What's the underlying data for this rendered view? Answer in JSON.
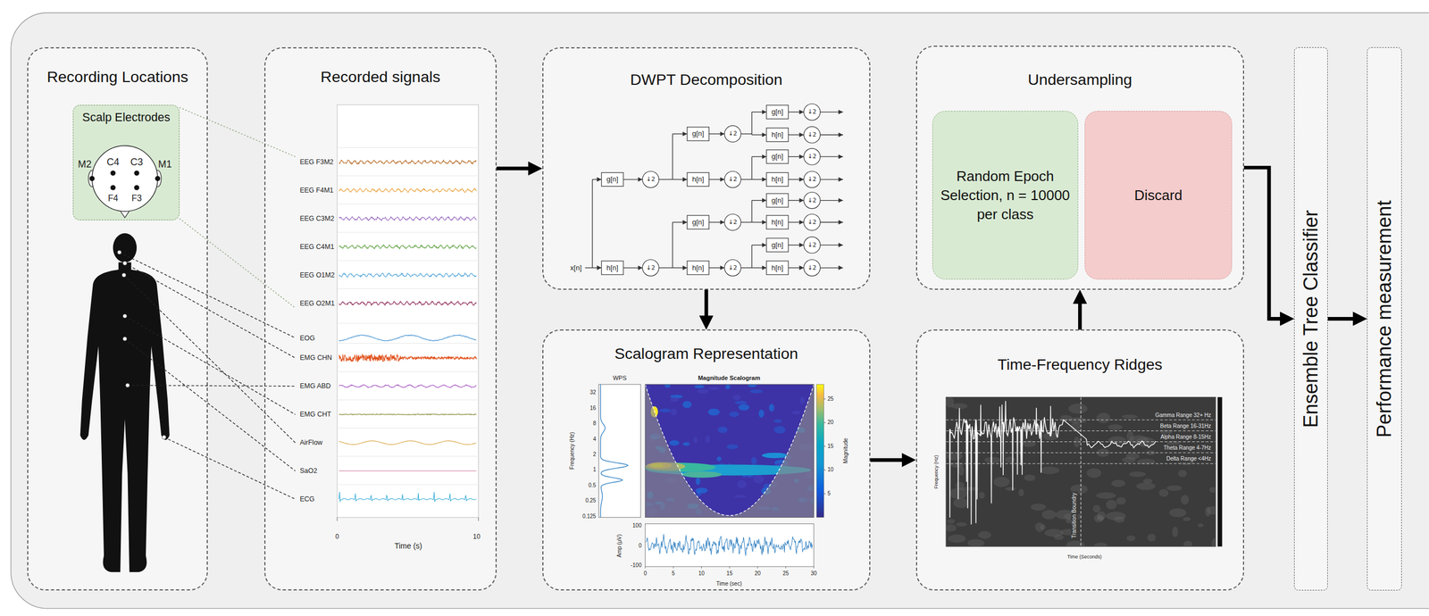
{
  "diagram": {
    "nodes": [
      {
        "text": [
          "Recording Locations"
        ]
      },
      {
        "text": [
          "Scalp Electrodes"
        ],
        "in": 0
      },
      {
        "text": [
          "Recorded signals"
        ]
      },
      {
        "text": [
          "DWPT Decomposition"
        ]
      },
      {
        "text": [
          "Scalogram Representation"
        ]
      },
      {
        "text": [
          "Undersampling"
        ]
      },
      {
        "text": [
          "Random Epoch Selection, n = 10000 per class"
        ],
        "in": 5
      },
      {
        "text": [
          "Discard"
        ],
        "in": 5
      },
      {
        "text": [
          "Time-Frequency Ridges"
        ]
      },
      {
        "text": [
          "Ensemble Tree Classifier"
        ]
      },
      {
        "text": [
          "Performance measurement"
        ]
      }
    ],
    "edges": [
      {
        "from": 2,
        "to": 3,
        "arrow": "to"
      },
      {
        "from": 3,
        "to": 4,
        "arrow": "to"
      },
      {
        "from": 4,
        "to": 8,
        "arrow": "to"
      },
      {
        "from": 8,
        "to": 5,
        "arrow": "to"
      },
      {
        "from": 5,
        "to": 9,
        "arrow": "to"
      },
      {
        "from": 9,
        "to": 10,
        "arrow": "to"
      }
    ],
    "labels": [
      "C4",
      "C3",
      "M2",
      "M1",
      "F4",
      "F3",
      "EEG F3M2",
      "EEG F4M1",
      "EEG C3M2",
      "EEG C4M1",
      "EEG O1M2",
      "EEG O2M1",
      "EOG",
      "EMG CHN",
      "EMG ABD",
      "EMG CHT",
      "AirFlow",
      "SaO2",
      "ECG",
      "0",
      "Time (s)",
      "10",
      "x[n]",
      "g[n]",
      "↓2",
      "h[n]",
      "↓2",
      "g[n]",
      "↓2",
      "h[n]",
      "↓2",
      "g[n]",
      "↓2",
      "h[n]",
      "↓2",
      "g[n]",
      "↓2",
      "h[n]",
      "↓2",
      "g[n]",
      "↓2",
      "h[n]",
      "↓2",
      "g[n]",
      "↓2",
      "h[n]",
      "↓2",
      "g[n]",
      "↓2",
      "h[n]",
      "↓2",
      "WPS",
      "Magnitude Scalogram",
      "32",
      "16",
      "8",
      "4",
      "2",
      "1",
      "0.5",
      "0.25",
      "0.125",
      "Frequency (Hz)",
      "25",
      "20",
      "15",
      "10",
      "5",
      "Magnitude",
      "100",
      "0",
      "-100",
      "Amp (μV)",
      "0",
      "5",
      "10",
      "15",
      "20",
      "25",
      "30",
      "Time (sec)",
      "Gamma Range 32+ Hz",
      "Beta Range 16-31Hz",
      "Alpha Range 8-15Hz",
      "Theta Range 4-7Hz",
      "Delta Range <4Hz",
      "Transition Boundry",
      "Frequency (Hz)",
      "Time (Seconds)"
    ]
  }
}
